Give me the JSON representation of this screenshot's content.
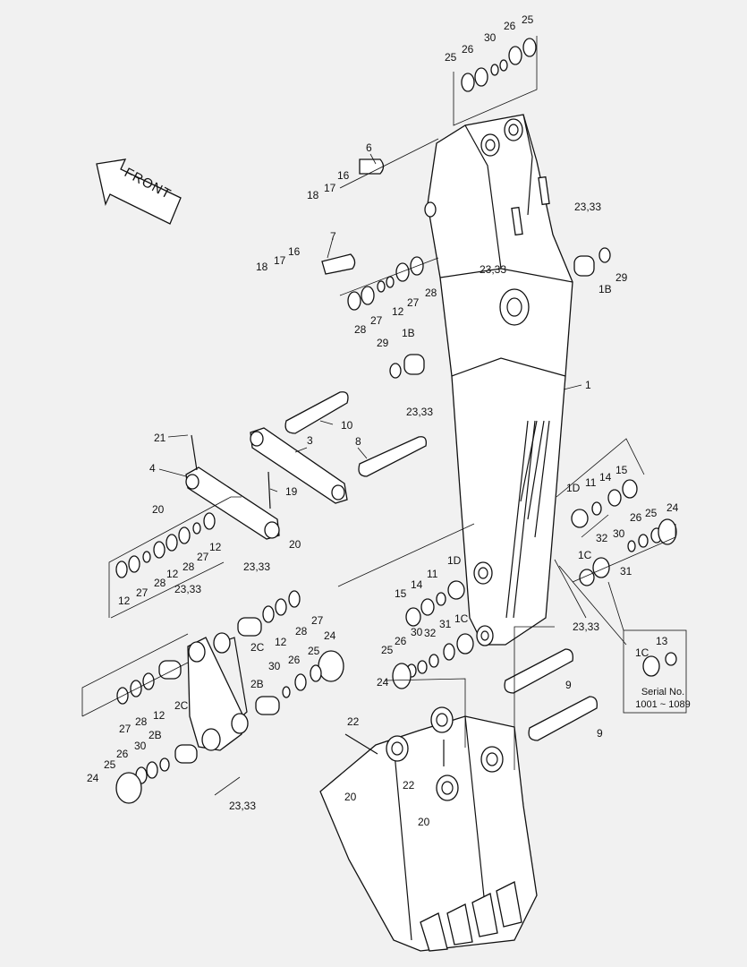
{
  "front_arrow_text": "FRONT",
  "serial": {
    "line1": "Serial No.",
    "line2": "1001 ~ 1089"
  },
  "callouts": [
    {
      "id": "c1",
      "text": "25"
    },
    {
      "id": "c2",
      "text": "26"
    },
    {
      "id": "c3",
      "text": "30"
    },
    {
      "id": "c4",
      "text": "26"
    },
    {
      "id": "c5",
      "text": "25"
    },
    {
      "id": "c6",
      "text": "6"
    },
    {
      "id": "c7",
      "text": "16"
    },
    {
      "id": "c8",
      "text": "17"
    },
    {
      "id": "c9",
      "text": "18"
    },
    {
      "id": "c10",
      "text": "7"
    },
    {
      "id": "c11",
      "text": "16"
    },
    {
      "id": "c12",
      "text": "17"
    },
    {
      "id": "c13",
      "text": "18"
    },
    {
      "id": "c14",
      "text": "23,33"
    },
    {
      "id": "c15",
      "text": "23,33"
    },
    {
      "id": "c16",
      "text": "1B"
    },
    {
      "id": "c17",
      "text": "29"
    },
    {
      "id": "c18",
      "text": "28"
    },
    {
      "id": "c19",
      "text": "27"
    },
    {
      "id": "c20",
      "text": "12"
    },
    {
      "id": "c21",
      "text": "27"
    },
    {
      "id": "c22",
      "text": "28"
    },
    {
      "id": "c23",
      "text": "29"
    },
    {
      "id": "c24",
      "text": "1B"
    },
    {
      "id": "c25",
      "text": "1"
    },
    {
      "id": "c26",
      "text": "10"
    },
    {
      "id": "c27",
      "text": "23,33"
    },
    {
      "id": "c28",
      "text": "3"
    },
    {
      "id": "c29",
      "text": "8"
    },
    {
      "id": "c30",
      "text": "21"
    },
    {
      "id": "c31",
      "text": "4"
    },
    {
      "id": "c32",
      "text": "19"
    },
    {
      "id": "c33",
      "text": "20"
    },
    {
      "id": "c34",
      "text": "12"
    },
    {
      "id": "c35",
      "text": "27"
    },
    {
      "id": "c36",
      "text": "28"
    },
    {
      "id": "c37",
      "text": "12"
    },
    {
      "id": "c38",
      "text": "28"
    },
    {
      "id": "c39",
      "text": "27"
    },
    {
      "id": "c40",
      "text": "12"
    },
    {
      "id": "c41",
      "text": "20"
    },
    {
      "id": "c42",
      "text": "23,33"
    },
    {
      "id": "c43",
      "text": "1D"
    },
    {
      "id": "c44",
      "text": "11"
    },
    {
      "id": "c45",
      "text": "14"
    },
    {
      "id": "c46",
      "text": "15"
    },
    {
      "id": "c47",
      "text": "24"
    },
    {
      "id": "c48",
      "text": "25"
    },
    {
      "id": "c49",
      "text": "26"
    },
    {
      "id": "c50",
      "text": "30"
    },
    {
      "id": "c51",
      "text": "32"
    },
    {
      "id": "c52",
      "text": "1C"
    },
    {
      "id": "c53",
      "text": "31"
    },
    {
      "id": "c54",
      "text": "23,33"
    },
    {
      "id": "c55",
      "text": "15"
    },
    {
      "id": "c56",
      "text": "14"
    },
    {
      "id": "c57",
      "text": "11"
    },
    {
      "id": "c58",
      "text": "1D"
    },
    {
      "id": "c59",
      "text": "31"
    },
    {
      "id": "c60",
      "text": "32"
    },
    {
      "id": "c61",
      "text": "1C"
    },
    {
      "id": "c62",
      "text": "23,33"
    },
    {
      "id": "c63",
      "text": "27"
    },
    {
      "id": "c64",
      "text": "28"
    },
    {
      "id": "c65",
      "text": "12"
    },
    {
      "id": "c66",
      "text": "2C"
    },
    {
      "id": "c67",
      "text": "24"
    },
    {
      "id": "c68",
      "text": "25"
    },
    {
      "id": "c69",
      "text": "26"
    },
    {
      "id": "c70",
      "text": "30"
    },
    {
      "id": "c71",
      "text": "2B"
    },
    {
      "id": "c72",
      "text": "25"
    },
    {
      "id": "c73",
      "text": "26"
    },
    {
      "id": "c74",
      "text": "30"
    },
    {
      "id": "c75",
      "text": "24"
    },
    {
      "id": "c76",
      "text": "27"
    },
    {
      "id": "c77",
      "text": "28"
    },
    {
      "id": "c78",
      "text": "12"
    },
    {
      "id": "c79",
      "text": "2C"
    },
    {
      "id": "c80",
      "text": "2B"
    },
    {
      "id": "c81",
      "text": "30"
    },
    {
      "id": "c82",
      "text": "26"
    },
    {
      "id": "c83",
      "text": "25"
    },
    {
      "id": "c84",
      "text": "24"
    },
    {
      "id": "c85",
      "text": "23,33"
    },
    {
      "id": "c86",
      "text": "22"
    },
    {
      "id": "c87",
      "text": "20"
    },
    {
      "id": "c88",
      "text": "22"
    },
    {
      "id": "c89",
      "text": "20"
    },
    {
      "id": "c90",
      "text": "9"
    },
    {
      "id": "c91",
      "text": "9"
    },
    {
      "id": "c92",
      "text": "13"
    },
    {
      "id": "c93",
      "text": "1C"
    }
  ]
}
